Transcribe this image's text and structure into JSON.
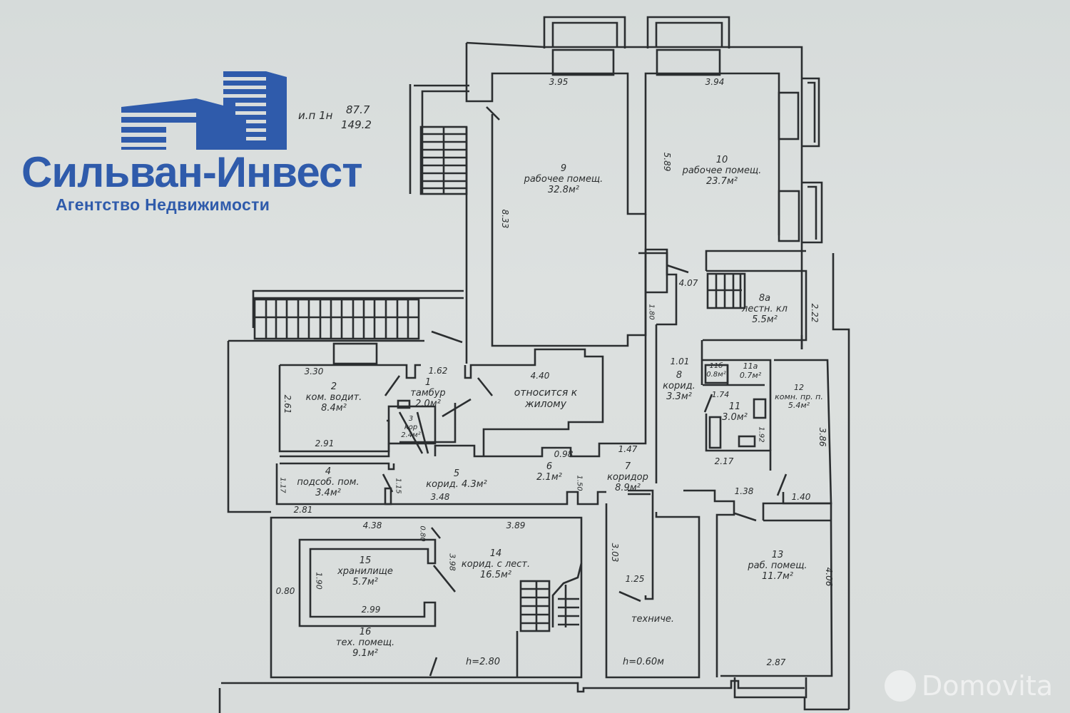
{
  "logo": {
    "company_name": "Сильван-Инвест",
    "tagline": "Агентство Недвижимости",
    "brand_color": "#2f5bab"
  },
  "summary_note": {
    "label": "и.п 1н",
    "area_1": "87.7",
    "area_2": "149.2"
  },
  "watermark": {
    "label": "Domovita"
  },
  "rooms": [
    {
      "id": "1",
      "number": "1",
      "name": "тамбур",
      "area": "2.0м²"
    },
    {
      "id": "2",
      "number": "2",
      "name": "ком. водит.",
      "area": "8.4м²"
    },
    {
      "id": "3",
      "number": "3",
      "name": "кор",
      "area": "2.4м²"
    },
    {
      "id": "4",
      "number": "4",
      "name": "подсоб. пом.",
      "area": "3.4м²"
    },
    {
      "id": "5",
      "number": "5",
      "name": "корид.",
      "area": "4.3м²"
    },
    {
      "id": "6",
      "number": "6",
      "name": "",
      "area": "2.1м²"
    },
    {
      "id": "7",
      "number": "7",
      "name": "коридор",
      "area": "8.9м²"
    },
    {
      "id": "8",
      "number": "8",
      "name": "корид.",
      "area": "3.3м²"
    },
    {
      "id": "8a",
      "number": "8а",
      "name": "лестн. кл",
      "area": "5.5м²"
    },
    {
      "id": "9",
      "number": "9",
      "name": "рабочее помещ.",
      "area": "32.8м²"
    },
    {
      "id": "10",
      "number": "10",
      "name": "рабочее помещ.",
      "area": "23.7м²"
    },
    {
      "id": "11",
      "number": "11",
      "name": "",
      "area": "3.0м²"
    },
    {
      "id": "11a",
      "number": "11а",
      "name": "",
      "area": "0.7м²"
    },
    {
      "id": "11b",
      "number": "11б",
      "name": "",
      "area": "0.8м²"
    },
    {
      "id": "12",
      "number": "12",
      "name": "комн. пр. п.",
      "area": "5.4м²"
    },
    {
      "id": "13",
      "number": "13",
      "name": "раб. помещ.",
      "area": "11.7м²"
    },
    {
      "id": "14",
      "number": "14",
      "name": "корид. с лест.",
      "area": "16.5м²"
    },
    {
      "id": "15",
      "number": "15",
      "name": "хранилище",
      "area": "5.7м²"
    },
    {
      "id": "16",
      "number": "16",
      "name": "тех. помещ.",
      "area": "9.1м²"
    }
  ],
  "notes": {
    "belongs_to_line1": "относится к",
    "belongs_to_line2": "жилому",
    "tech_label": "техниче.",
    "height_1": "h=2.80",
    "height_2": "h=0.60м"
  },
  "dimensions": {
    "d_3_95": "3.95",
    "d_3_94": "3.94",
    "d_8_33": "8.33",
    "d_5_89": "5.89",
    "d_4_07": "4.07",
    "d_1_80": "1.80",
    "d_2_22": "2.22",
    "d_1_01": "1.01",
    "d_3_30": "3.30",
    "d_1_62": "1.62",
    "d_4_40": "4.40",
    "d_2_61": "2.61",
    "d_2_91": "2.91",
    "d_1_74": "1.74",
    "d_1_92": "1.92",
    "d_2_17": "2.17",
    "d_3_86": "3.86",
    "d_0_98": "0.98",
    "d_1_47": "1.47",
    "d_1_17": "1.17",
    "d_1_15": "1.15",
    "d_2_81": "2.81",
    "d_3_48": "3.48",
    "d_1_50": "1.50",
    "d_1_38": "1.38",
    "d_1_40": "1.40",
    "d_4_38": "4.38",
    "d_0_80a": "0.80",
    "d_3_89": "3.89",
    "d_3_98": "3.98",
    "d_1_90": "1.90",
    "d_0_80b": "0.80",
    "d_2_99": "2.99",
    "d_3_03": "3.03",
    "d_1_25": "1.25",
    "d_4_06": "4.06",
    "d_2_87": "2.87"
  }
}
